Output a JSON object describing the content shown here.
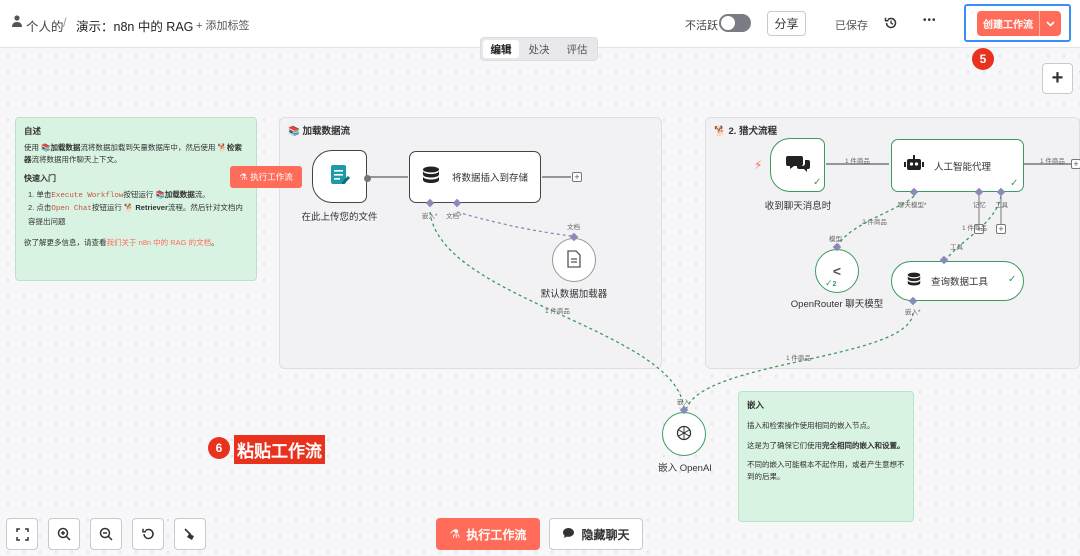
{
  "header": {
    "breadcrumb_owner": "个人的",
    "breadcrumb_sep": "/",
    "workflow_title": "演示：n8n 中的 RAG",
    "add_tag": "+ 添加标签",
    "inactive_label": "不活跃",
    "share_label": "分享",
    "saved_label": "已保存",
    "more_label": "•••",
    "create_workflow_label": "创建工作流"
  },
  "tabs": [
    {
      "label": "编辑",
      "active": true
    },
    {
      "label": "处决",
      "active": false
    },
    {
      "label": "评估",
      "active": false
    }
  ],
  "annotations": {
    "badge5": "5",
    "badge6": "6",
    "paste_label": "粘贴工作流"
  },
  "sticky_intro": {
    "title": "自述",
    "line1_prefix": "使用",
    "line1_bold1": "加载数据",
    "line1_mid": "流将数据加载到矢量数据库中，然后使用",
    "line1_bold2": "检索器",
    "line1_suffix": "流将数据用作聊天上下文。",
    "quick_start": "快速入门",
    "step1_prefix": "1. 单击",
    "step1_code": "Execute Workflow",
    "step1_mid": "按钮运行",
    "step1_bold": "加载数据",
    "step1_suffix": "流。",
    "step2_prefix": "2. 点击",
    "step2_code": "Open Chat",
    "step2_mid": "按钮运行",
    "step2_bold": "Retriever",
    "step2_suffix": "流程。然后针对文档内容提出问题",
    "more_prefix": "欲了解更多信息，请查看",
    "more_link": "我们关于 n8n 中的 RAG 的文档",
    "more_suffix": "。"
  },
  "group_load": {
    "title": "加载数据流"
  },
  "group_retriever": {
    "title": "2. 猎犬流程"
  },
  "float_execute_label": "执行工作流",
  "nodes": {
    "upload": "在此上传您的文件",
    "insert_store": "将数据插入到存储",
    "default_loader": "默认数据加载器",
    "chat_received": "收到聊天消息时",
    "ai_agent": "人工智能代理",
    "openrouter": "OpenRouter 聊天模型",
    "query_tool": "查询数据工具",
    "embed_openai": "嵌入 OpenAI"
  },
  "edge_labels": {
    "embed_star": "嵌入*",
    "doc_star": "文档*",
    "doc": "文档",
    "one_item": "1 件商品",
    "two_items": "2 件商品",
    "chat_model_star": "聊天模型*",
    "memory": "记忆",
    "tool": "工具",
    "model": "模型",
    "embed": "嵌入",
    "openrouter_count": "2"
  },
  "sticky_embed": {
    "title": "嵌入",
    "p1": "插入和检索操作使用相同的嵌入节点。",
    "p2_prefix": "这是为了确保它们使用",
    "p2_bold": "完全相同的嵌入和设置。",
    "p3": "不同的嵌入可能根本不起作用，或者产生意想不到的后果。"
  },
  "bottom": {
    "execute_label": "执行工作流",
    "hide_chat_label": "隐藏聊天"
  },
  "colors": {
    "accent": "#ff6d5a",
    "ok": "#3b9a5d",
    "sticky": "#d9f3e2",
    "badge": "#e8321e"
  }
}
